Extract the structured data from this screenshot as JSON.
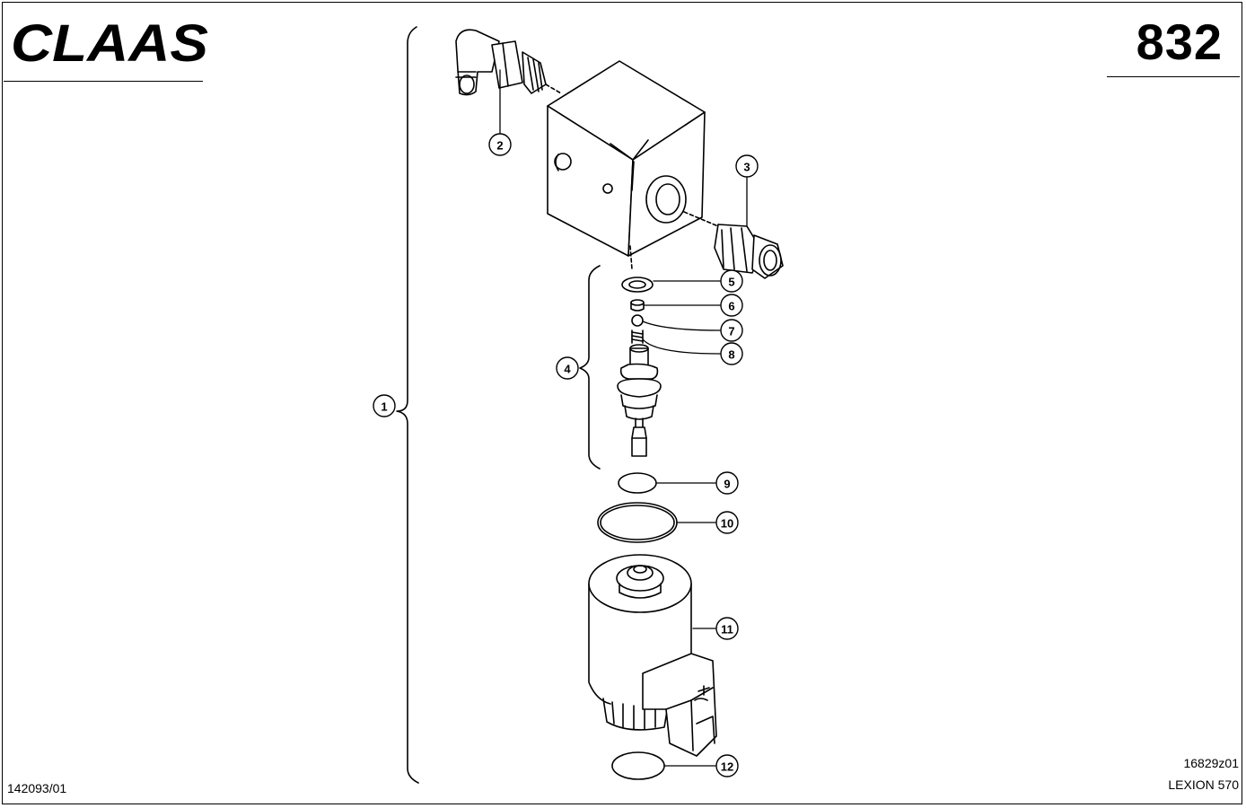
{
  "header": {
    "brand": "CLAAS",
    "page_number": "832"
  },
  "footer": {
    "document_code": "142093/01",
    "figure_code": "16829z01",
    "model": "LEXION 570"
  },
  "callouts": [
    "1",
    "2",
    "3",
    "4",
    "5",
    "6",
    "7",
    "8",
    "9",
    "10",
    "11",
    "12"
  ]
}
